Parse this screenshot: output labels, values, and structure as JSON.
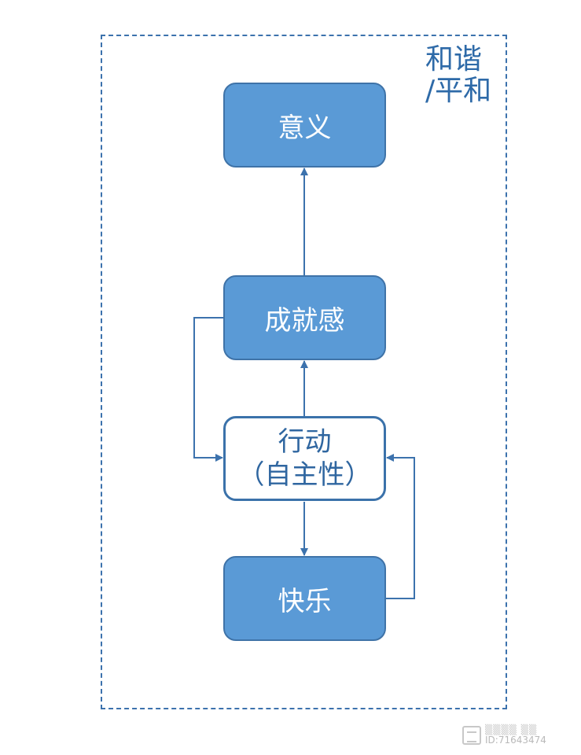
{
  "corner_label": {
    "line1": "和谐",
    "line2": "/平和"
  },
  "nodes": {
    "meaning": {
      "label": "意义"
    },
    "achievement": {
      "label": "成就感"
    },
    "action": {
      "line1": "行动",
      "line2": "（自主性）"
    },
    "happiness": {
      "label": "快乐"
    }
  },
  "watermark": {
    "id_text": "ID:71643474"
  },
  "colors": {
    "frame": "#3c72ad",
    "node_fill": "#5a9ad6",
    "node_border": "#3f73a8",
    "arrow": "#3c72ad",
    "label_text": "#2e6aa8"
  }
}
